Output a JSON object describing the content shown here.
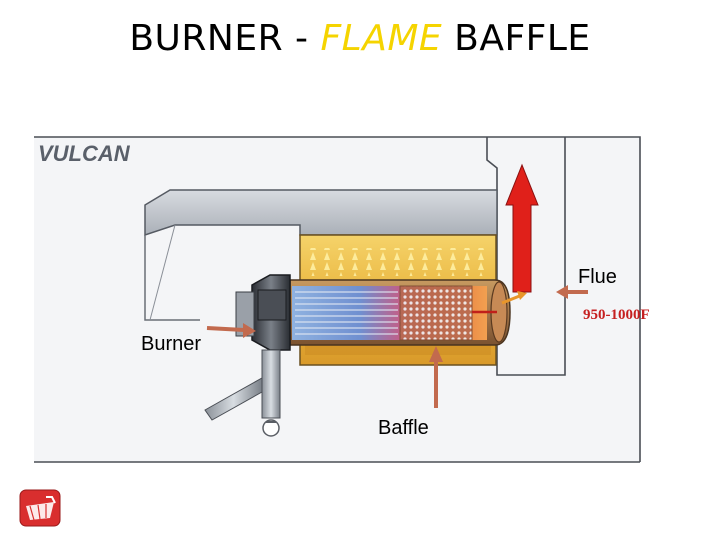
{
  "title": {
    "part1": "BURNER - ",
    "part2": "FLAME",
    "part3": " BAFFLE"
  },
  "brand": "VULCAN",
  "labels": {
    "flue": "Flue",
    "temp": "950-1000F",
    "burner": "Burner",
    "baffle": "Baffle"
  },
  "colors": {
    "flame_word": "#f5d400",
    "arrow_red": "#e0201a",
    "pointer_arrow": "#c26a4e",
    "temp_text": "#c62020",
    "chamber_gold": "#e8b437"
  },
  "icons": {
    "corner_logo": "shopping-basket-icon"
  }
}
